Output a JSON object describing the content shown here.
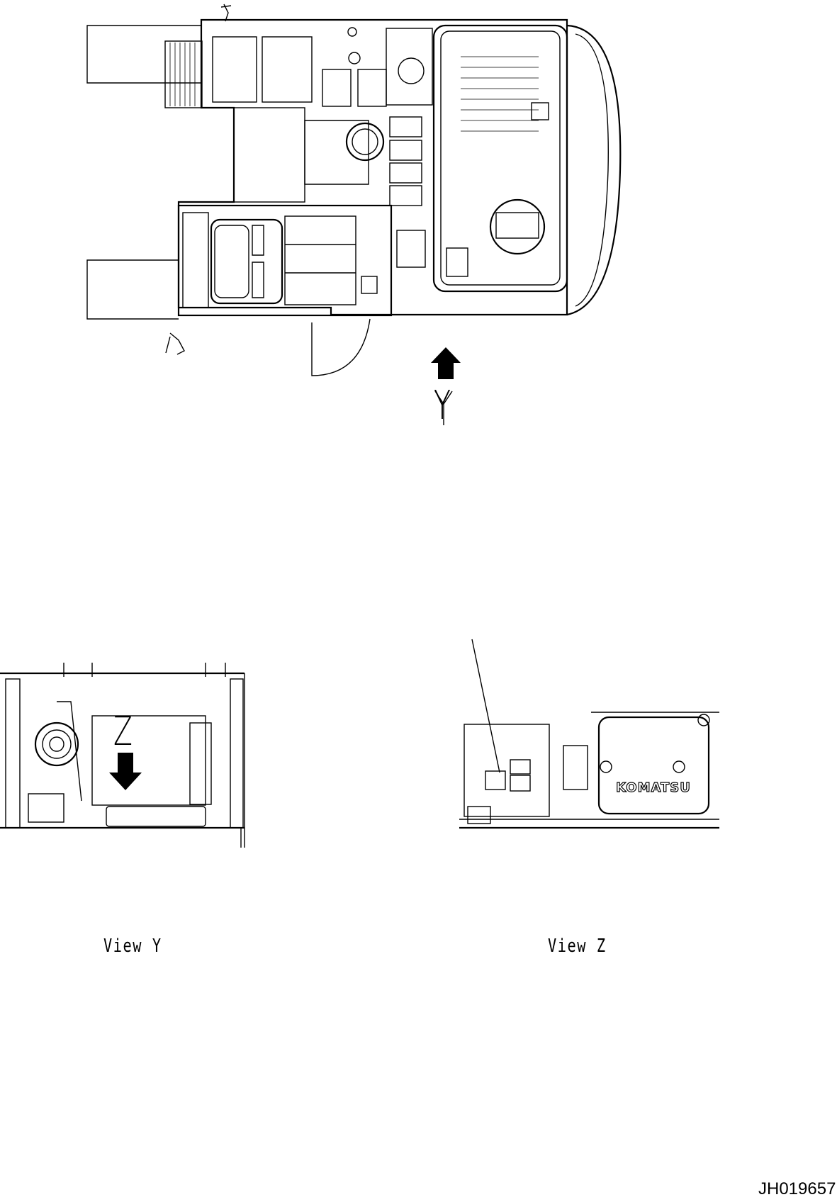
{
  "views": {
    "top_arrow_label": "Y",
    "view_y_arrow_label": "Z",
    "view_y_caption": "View Y",
    "view_z_caption": "View Z",
    "brand_text": "KOMATSU"
  },
  "document": {
    "drawing_id": "JH019657"
  }
}
